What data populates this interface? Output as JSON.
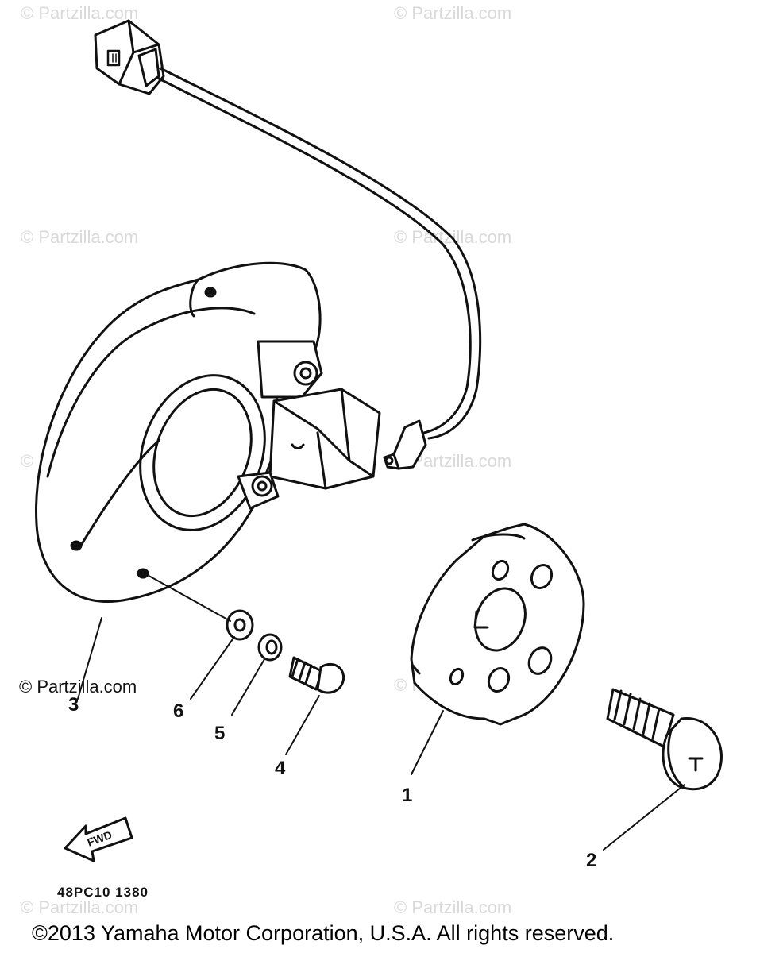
{
  "watermarks": [
    "© Partzilla.com",
    "© Partzilla.com",
    "© Partzilla.com",
    "© Partzilla.com",
    "© Partzilla.com",
    "© Partzilla.com",
    "© Partzilla.com",
    "© Partzilla.com",
    "© Partzilla.com"
  ],
  "brand_watermark": "© Partzilla.com",
  "callouts": {
    "p1": "1",
    "p2": "2",
    "p3": "3",
    "p4": "4",
    "p5": "5",
    "p6": "6"
  },
  "direction_arrow_label": "FWD",
  "diagram_code": "48PC10 1380",
  "copyright": "©2013 Yamaha Motor Corporation, U.S.A. All rights reserved."
}
